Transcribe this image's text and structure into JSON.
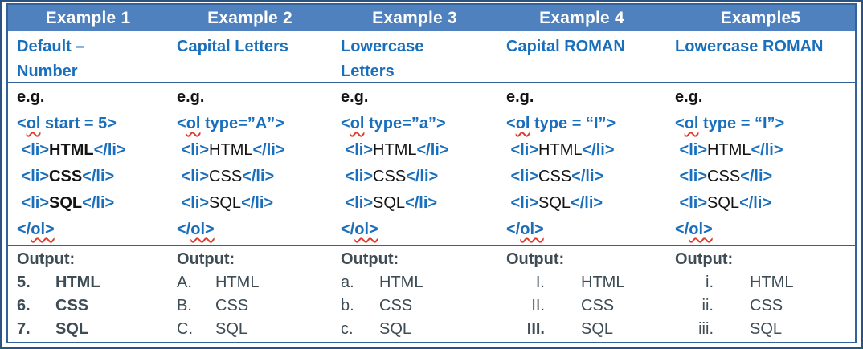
{
  "colors": {
    "header_bg": "#4e81bd",
    "header_text": "#ffffff",
    "blue_text": "#1a6fbc",
    "table_border": "#33619c",
    "outer_border": "#2b5381",
    "output_text": "#3e4c55",
    "code_black": "#141414",
    "squiggle_red": "#e03a2a"
  },
  "table": {
    "columns": [
      {
        "header": "Example 1",
        "description_lines": [
          "Default –",
          "Number"
        ],
        "eg": "e.g.",
        "code_open": {
          "pre": "<",
          "ol": "ol",
          "rest": " start = 5>"
        },
        "li_open": " <li>",
        "li_close": "</li>",
        "code_items": [
          "HTML",
          "CSS",
          "SQL"
        ],
        "items_bold": true,
        "code_close": {
          "pre": "</",
          "ol": "ol>"
        },
        "output_label": "Output:",
        "marker_align": "left",
        "output": [
          {
            "marker": "5.",
            "text": "HTML",
            "marker_bold": true,
            "text_bold": true
          },
          {
            "marker": "6.",
            "text": "CSS",
            "marker_bold": true,
            "text_bold": true
          },
          {
            "marker": "7.",
            "text": "SQL",
            "marker_bold": true,
            "text_bold": true
          }
        ]
      },
      {
        "header": "Example 2",
        "description_lines": [
          "Capital Letters"
        ],
        "eg": "e.g.",
        "code_open": {
          "pre": "<",
          "ol": "ol",
          "rest": " type=”A”>"
        },
        "li_open": " <li>",
        "li_close": "</li>",
        "code_items": [
          "HTML",
          "CSS",
          "SQL"
        ],
        "items_bold": false,
        "code_close": {
          "pre": "</",
          "ol": "ol>"
        },
        "output_label": "Output:",
        "marker_align": "left",
        "output": [
          {
            "marker": "A.",
            "text": "HTML",
            "marker_bold": false,
            "text_bold": false
          },
          {
            "marker": "B.",
            "text": "CSS",
            "marker_bold": false,
            "text_bold": false
          },
          {
            "marker": "C.",
            "text": "SQL",
            "marker_bold": false,
            "text_bold": false
          }
        ]
      },
      {
        "header": "Example 3",
        "description_lines": [
          "Lowercase",
          "Letters"
        ],
        "eg": "e.g.",
        "code_open": {
          "pre": "<",
          "ol": "ol",
          "rest": " type=”a”>"
        },
        "li_open": " <li>",
        "li_close": "</li>",
        "code_items": [
          "HTML",
          "CSS",
          "SQL"
        ],
        "items_bold": false,
        "code_close": {
          "pre": "</",
          "ol": "ol>"
        },
        "output_label": "Output:",
        "marker_align": "left",
        "output": [
          {
            "marker": "a.",
            "text": "HTML",
            "marker_bold": false,
            "text_bold": false
          },
          {
            "marker": "b.",
            "text": "CSS",
            "marker_bold": false,
            "text_bold": false
          },
          {
            "marker": "c.",
            "text": "SQL",
            "marker_bold": false,
            "text_bold": false
          }
        ]
      },
      {
        "header": "Example 4",
        "description_lines": [
          "Capital ROMAN"
        ],
        "eg": "e.g.",
        "code_open": {
          "pre": "<",
          "ol": "ol",
          "rest": " type = “I”>"
        },
        "li_open": " <li>",
        "li_close": "</li>",
        "code_items": [
          "HTML",
          "CSS",
          "SQL"
        ],
        "items_bold": false,
        "code_close": {
          "pre": "</",
          "ol": "ol>"
        },
        "output_label": "Output:",
        "marker_align": "right",
        "output": [
          {
            "marker": "I.",
            "text": "HTML",
            "marker_bold": false,
            "text_bold": false
          },
          {
            "marker": "II.",
            "text": "CSS",
            "marker_bold": false,
            "text_bold": false
          },
          {
            "marker": "III.",
            "text": "SQL",
            "marker_bold": true,
            "text_bold": false
          }
        ]
      },
      {
        "header": "Example5",
        "description_lines": [
          "Lowercase ROMAN"
        ],
        "eg": "e.g.",
        "code_open": {
          "pre": "<",
          "ol": "ol",
          "rest": " type = “I”>"
        },
        "li_open": " <li>",
        "li_close": "</li>",
        "code_items": [
          "HTML",
          "CSS",
          "SQL"
        ],
        "items_bold": false,
        "code_close": {
          "pre": "</",
          "ol": "ol>"
        },
        "output_label": "Output:",
        "marker_align": "right",
        "output": [
          {
            "marker": "i.",
            "text": "HTML",
            "marker_bold": false,
            "text_bold": false
          },
          {
            "marker": "ii.",
            "text": "CSS",
            "marker_bold": false,
            "text_bold": false
          },
          {
            "marker": "iii.",
            "text": "SQL",
            "marker_bold": false,
            "text_bold": false
          }
        ]
      }
    ]
  }
}
